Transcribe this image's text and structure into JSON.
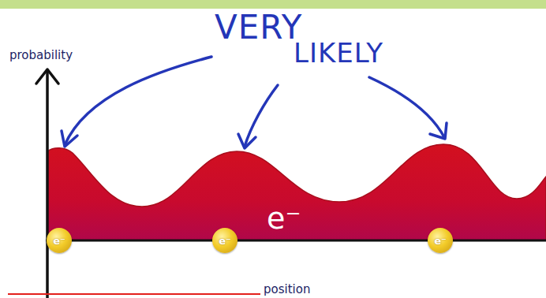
{
  "diagram": {
    "nodes": [
      {
        "text": [
          "e⁻"
        ]
      },
      {
        "text": [
          "e⁻"
        ]
      },
      {
        "text": [
          "e⁻"
        ]
      }
    ],
    "labels": [
      "VERY",
      "LIKELY",
      "probability",
      "e⁻",
      "position"
    ]
  }
}
